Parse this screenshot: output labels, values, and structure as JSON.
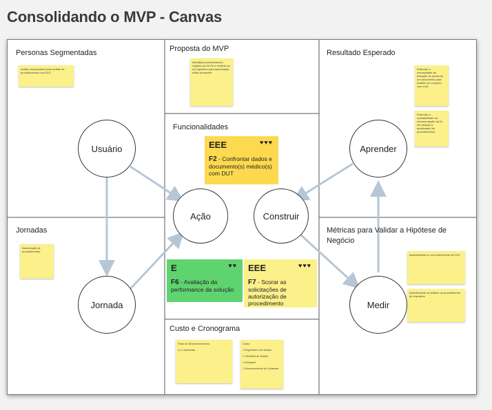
{
  "title": "Consolidando o MVP - Canvas",
  "sections": {
    "personas": "Personas Segmentadas",
    "proposta": "Proposta do MVP",
    "resultado": "Resultado Esperado",
    "funcionalidades": "Funcionalidades",
    "jornadas": "Jornadas",
    "metricas": "Métricas para Validar a Hipótese de Negócio",
    "custo": "Custo e Cronograma"
  },
  "notes": {
    "personas": "Auditor responsável pela revisão de procedimentos com DUT",
    "proposta": "Identificar procedimentos regidos por DUTs e verificar se os requisitos para autorização estão presentes",
    "resultado1": "Entender a necessidade de extração de dados de um documento para análise em conjunto com LLM",
    "resultado2": "Entender a confiabilidade na recomendação da IA em relação à autorização de procedimentos",
    "jornadas": "Autorização de procedimentos",
    "metricas1": "Assertividade no reconhecimento de DUT",
    "metricas2": "Assertividade na análise do procedimento de requisitos",
    "custo1_title": "Fase de Desenvolvimento",
    "custo1_item": "4 | 2 semanas",
    "custo2_title": "Custo",
    "custo2_items": [
      "1 Engenheiro de Dados",
      "1 Cientista de Dados",
      "1 Designer",
      "1 Desenvolvedor de Software"
    ]
  },
  "circles": {
    "usuario": "Usuário",
    "jornada": "Jornada",
    "acao": "Ação",
    "construir": "Construir",
    "aprender": "Aprender",
    "medir": "Medir"
  },
  "cards": {
    "f2": {
      "tag": "EEE",
      "hearts": "♥♥♥",
      "code": "F2",
      "text": " - Confrontar dados e documento(s) médico(s) com DUT",
      "color": "#fcd94e"
    },
    "f6": {
      "tag": "E",
      "hearts": "♥♥",
      "code": "F6",
      "text": " - Avaliação da performance da solução",
      "color": "#5fd36f"
    },
    "f7": {
      "tag": "EEE",
      "hearts": "♥♥♥",
      "code": "F7",
      "text": " - Scorar as solicitações de autorização de procedimento",
      "color": "#fbf08a"
    }
  },
  "colors": {
    "arrow": "#b7c6d4",
    "grid": "#444444"
  }
}
